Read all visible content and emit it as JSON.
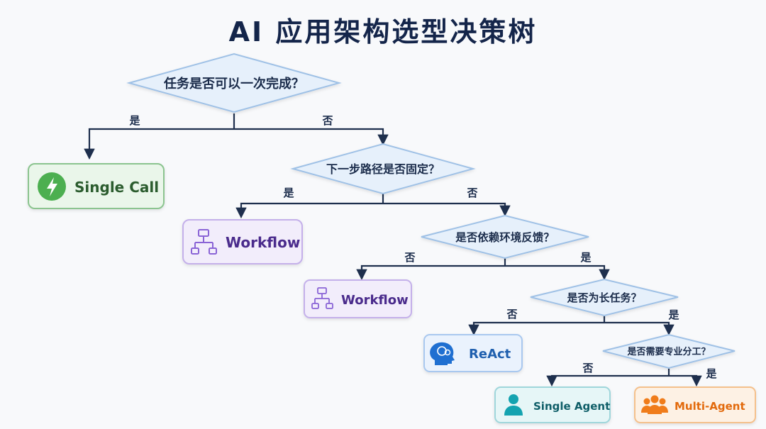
{
  "title": "AI 应用架构选型决策树",
  "questions": {
    "q1": "任务是否可以一次完成？",
    "q2": "下一步路径是否固定？",
    "q3": "是否依赖环境反馈？",
    "q4": "是否为长任务？",
    "q5": "是否需要专业分工？"
  },
  "edges": {
    "q1_yes": "是",
    "q1_no": "否",
    "q2_yes": "是",
    "q2_no": "否",
    "q3_no": "否",
    "q3_yes": "是",
    "q4_no": "否",
    "q4_yes": "是",
    "q5_no": "否",
    "q5_yes": "是"
  },
  "results": {
    "single_call": {
      "label": "Single Call",
      "icon": "lightning-icon",
      "color": "#2e7d32",
      "bg": "#eaf6ea",
      "border": "#8bc48f"
    },
    "workflow1": {
      "label": "Workflow",
      "icon": "workflow-icon",
      "color": "#4a2b8c",
      "bg": "#f2edfb",
      "border": "#c4b0ea"
    },
    "workflow2": {
      "label": "Workflow",
      "icon": "workflow-icon",
      "color": "#4a2b8c",
      "bg": "#f2edfb",
      "border": "#c4b0ea"
    },
    "react": {
      "label": "ReAct",
      "icon": "brain-head-icon",
      "color": "#1f5fae",
      "bg": "#eaf2fd",
      "border": "#a9c8ef"
    },
    "single_agent": {
      "label": "Single Agent",
      "icon": "person-icon",
      "color": "#0f5e68",
      "bg": "#e6f6f7",
      "border": "#9fd6db"
    },
    "multi_agent": {
      "label": "Multi-Agent",
      "icon": "people-icon",
      "color": "#e26a0c",
      "bg": "#fdf1e4",
      "border": "#f4c08b"
    }
  }
}
